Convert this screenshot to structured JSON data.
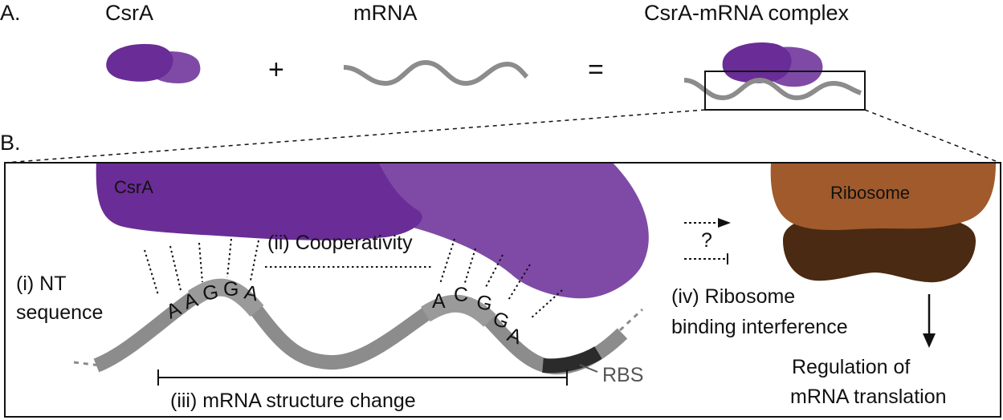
{
  "panel_a": {
    "letter": "A.",
    "csra_label": "CsrA",
    "mrna_label": "mRNA",
    "complex_label": "CsrA-mRNA complex",
    "plus": "+",
    "equals": "="
  },
  "panel_b": {
    "letter": "B.",
    "csra_label": "CsrA",
    "ribosome_label": "Ribosome",
    "question": "?",
    "nt_label_line1": "(i) NT",
    "nt_label_line2": "sequence",
    "cooperativity_label": "(ii) Cooperativity",
    "structure_label": "(iii) mRNA structure change",
    "interference_line1": "(iv) Ribosome",
    "interference_line2": "binding interference",
    "rbs_label": "RBS",
    "regulation_line1": "Regulation of",
    "regulation_line2": "mRNA translation",
    "motif_left": [
      "A",
      "A",
      "G",
      "G",
      "A"
    ],
    "motif_right": [
      "A",
      "C",
      "G",
      "G",
      "A"
    ]
  },
  "colors": {
    "csra_dark": "#6a2c96",
    "csra_light": "#7f4aa6",
    "mrna_gray": "#8c8c8c",
    "rbs_dark": "#2b2b2b",
    "ribosome_top": "#a05a2c",
    "ribosome_bottom": "#4a2a12"
  }
}
